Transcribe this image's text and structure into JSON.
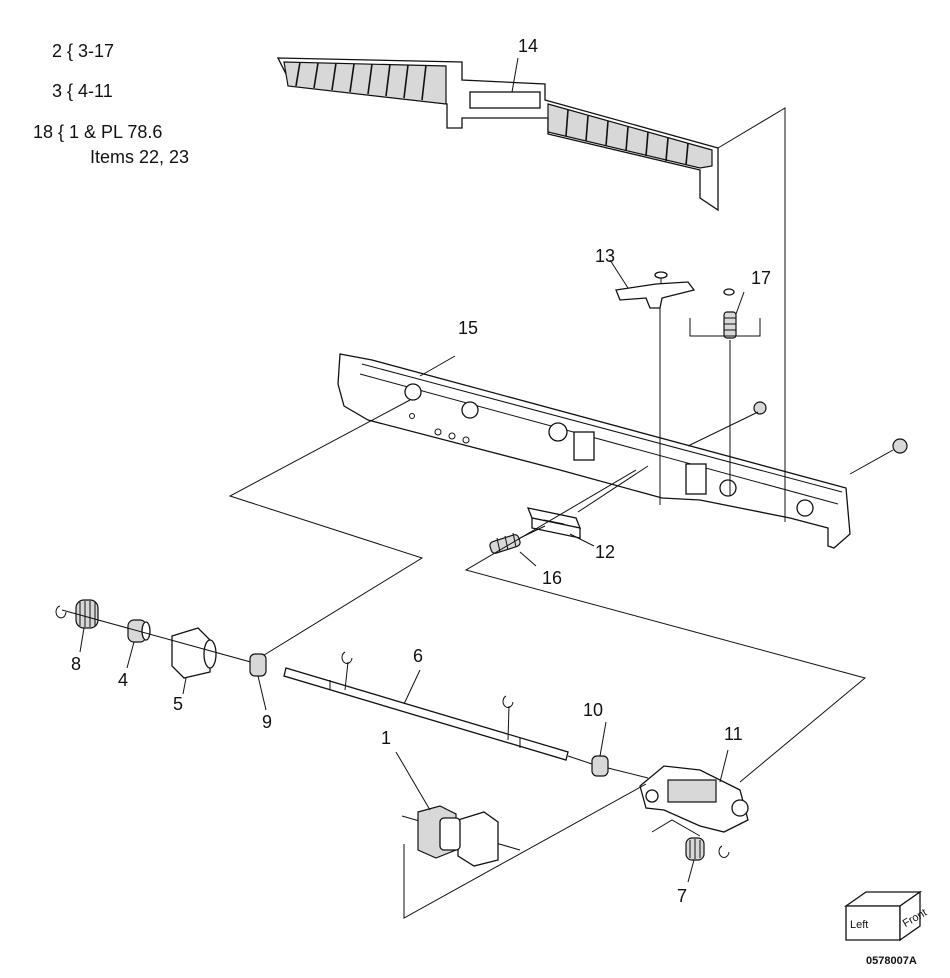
{
  "legend": [
    {
      "id": "2",
      "text": "2 { 3-17"
    },
    {
      "id": "3",
      "text": "3 { 4-11"
    },
    {
      "id": "18a",
      "text": "18 { 1 & PL 78.6"
    },
    {
      "id": "18b",
      "text": "Items 22, 23"
    }
  ],
  "callouts": {
    "p1": "1",
    "p4": "4",
    "p5": "5",
    "p6": "6",
    "p7": "7",
    "p8": "8",
    "p9": "9",
    "p10": "10",
    "p11": "11",
    "p12": "12",
    "p13": "13",
    "p14": "14",
    "p15": "15",
    "p16": "16",
    "p17": "17"
  },
  "orientation": {
    "left": "Left",
    "front": "Front"
  },
  "drawing_id": "0578007A"
}
